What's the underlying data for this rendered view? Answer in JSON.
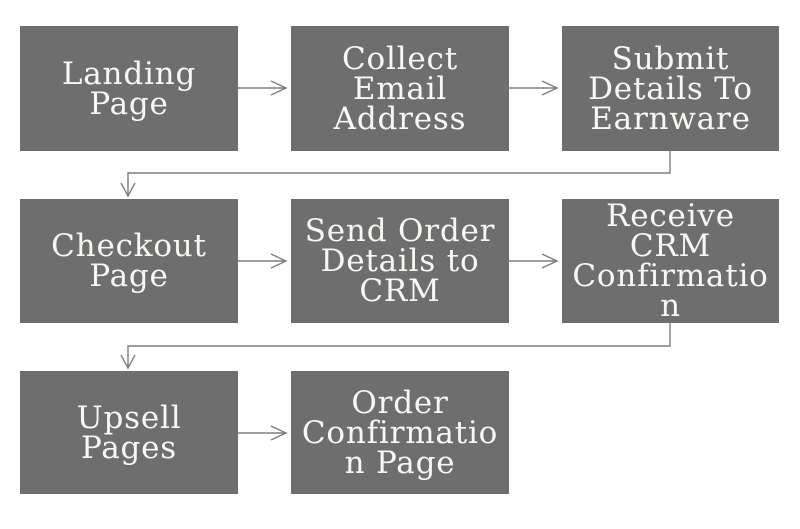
{
  "diagram": {
    "type": "flowchart",
    "colors": {
      "background": "#ffffff",
      "node_fill": "#6e6e6e",
      "node_text": "#f9f7f3",
      "connector": "#7f7f7f"
    }
  },
  "nodes": [
    {
      "id": "landing-page",
      "label": "Landing\nPage"
    },
    {
      "id": "collect-email-address",
      "label": "Collect\nEmail\nAddress"
    },
    {
      "id": "submit-details-to-earnware",
      "label": "Submit\nDetails To\nEarnware"
    },
    {
      "id": "checkout-page",
      "label": "Checkout\nPage"
    },
    {
      "id": "send-order-details-to-crm",
      "label": "Send Order\nDetails to\nCRM"
    },
    {
      "id": "receive-crm-confirmation",
      "label": "Receive\nCRM\nConfirmatio\nn"
    },
    {
      "id": "upsell-pages",
      "label": "Upsell\nPages"
    },
    {
      "id": "order-confirmation-page",
      "label": "Order\nConfirmatio\nn Page"
    }
  ],
  "edges": [
    {
      "from": "landing-page",
      "to": "collect-email-address",
      "style": "straight"
    },
    {
      "from": "collect-email-address",
      "to": "submit-details-to-earnware",
      "style": "straight"
    },
    {
      "from": "submit-details-to-earnware",
      "to": "checkout-page",
      "style": "elbow"
    },
    {
      "from": "checkout-page",
      "to": "send-order-details-to-crm",
      "style": "straight"
    },
    {
      "from": "send-order-details-to-crm",
      "to": "receive-crm-confirmation",
      "style": "straight"
    },
    {
      "from": "receive-crm-confirmation",
      "to": "upsell-pages",
      "style": "elbow"
    },
    {
      "from": "upsell-pages",
      "to": "order-confirmation-page",
      "style": "straight"
    }
  ]
}
